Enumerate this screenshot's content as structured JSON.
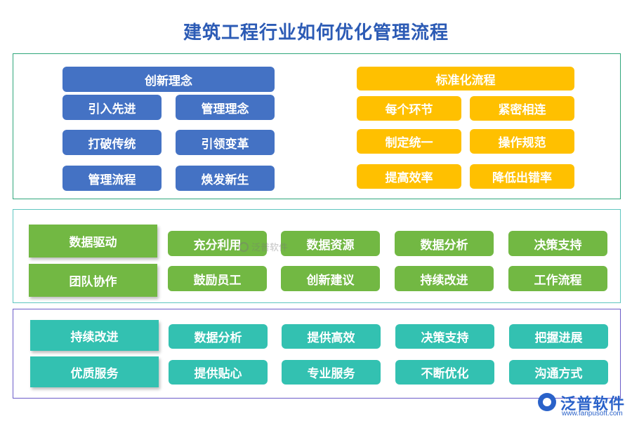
{
  "title": "建筑工程行业如何优化管理流程",
  "colors": {
    "title": "#2c5bb5",
    "blue": "#4472c4",
    "gold": "#ffc000",
    "green": "#72b843",
    "teal": "#33c1b1",
    "panel1_border": "#2fa67a",
    "panel2_border": "#5fc6c0",
    "panel3_border": "#6b5cc8"
  },
  "section1": {
    "left": {
      "header": "创新理念",
      "items": [
        "引入先进",
        "管理理念",
        "打破传统",
        "引领变革",
        "管理流程",
        "焕发新生"
      ]
    },
    "right": {
      "header": "标准化流程",
      "items": [
        "每个环节",
        "紧密相连",
        "制定统一",
        "操作规范",
        "提高效率",
        "降低出错率"
      ]
    }
  },
  "section2": {
    "rows": [
      {
        "label": "数据驱动",
        "items": [
          "充分利用",
          "数据资源",
          "数据分析",
          "决策支持"
        ]
      },
      {
        "label": "团队协作",
        "items": [
          "鼓励员工",
          "创新建议",
          "持续改进",
          "工作流程"
        ]
      }
    ]
  },
  "section3": {
    "rows": [
      {
        "label": "持续改进",
        "items": [
          "数据分析",
          "提供高效",
          "决策支持",
          "把握进展"
        ]
      },
      {
        "label": "优质服务",
        "items": [
          "提供贴心",
          "专业服务",
          "不断优化",
          "沟通方式"
        ]
      }
    ]
  },
  "watermark": {
    "text": "泛普软件",
    "icon": "fanpu-logo-icon"
  },
  "logo": {
    "name": "泛普软件",
    "url": "www.fanpusoft.com",
    "icon": "fanpu-logo-icon"
  }
}
